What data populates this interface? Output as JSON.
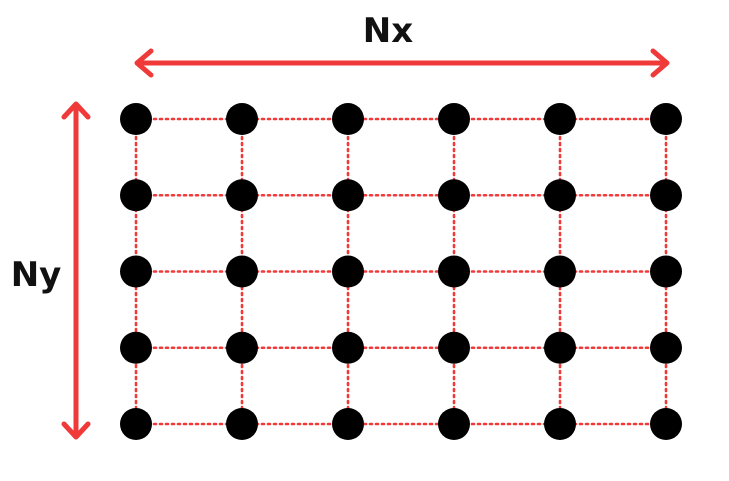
{
  "labels": {
    "nx": "Nx",
    "ny": "Ny"
  },
  "grid": {
    "columns": 6,
    "rows": 5
  },
  "colors": {
    "accent": "#f03a3a",
    "node": "#000000",
    "text": "#111111",
    "background": "#ffffff"
  }
}
